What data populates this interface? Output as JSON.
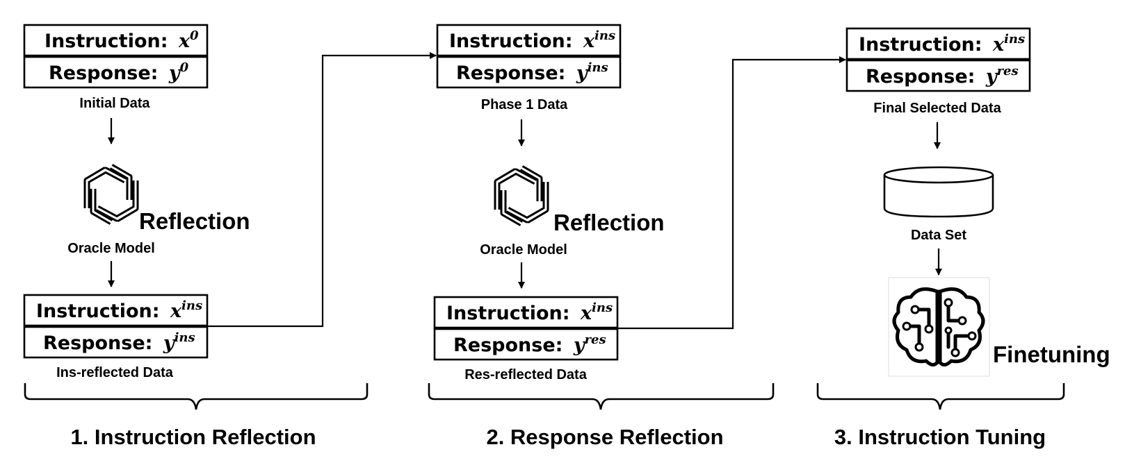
{
  "phases": [
    {
      "title": "1. Instruction Reflection",
      "input": {
        "instruction_label": "Instruction:",
        "instruction_var": "x",
        "instruction_sup": "0",
        "response_label": "Response:",
        "response_var": "y",
        "response_sup": "0",
        "caption": "Initial Data"
      },
      "model": {
        "verb": "Reflection",
        "caption": "Oracle Model"
      },
      "output": {
        "instruction_label": "Instruction:",
        "instruction_var": "x",
        "instruction_sup": "ins",
        "response_label": "Response:",
        "response_var": "y",
        "response_sup": "ins",
        "caption": "Ins-reflected Data"
      }
    },
    {
      "title": "2. Response Reflection",
      "input": {
        "instruction_label": "Instruction:",
        "instruction_var": "x",
        "instruction_sup": "ins",
        "response_label": "Response:",
        "response_var": "y",
        "response_sup": "ins",
        "caption": "Phase 1 Data"
      },
      "model": {
        "verb": "Reflection",
        "caption": "Oracle Model"
      },
      "output": {
        "instruction_label": "Instruction:",
        "instruction_var": "x",
        "instruction_sup": "ins",
        "response_label": "Response:",
        "response_var": "y",
        "response_sup": "res",
        "caption": "Res-reflected Data"
      }
    },
    {
      "title": "3. Instruction Tuning",
      "input": {
        "instruction_label": "Instruction:",
        "instruction_var": "x",
        "instruction_sup": "ins",
        "response_label": "Response:",
        "response_var": "y",
        "response_sup": "res",
        "caption": "Final Selected Data"
      },
      "dataset": {
        "caption": "Data Set",
        "icon": "database-icon"
      },
      "model": {
        "verb": "Finetuning",
        "icon": "brain-circuit-icon"
      }
    }
  ],
  "icons": {
    "oracle_model": "openai-knot-icon"
  }
}
